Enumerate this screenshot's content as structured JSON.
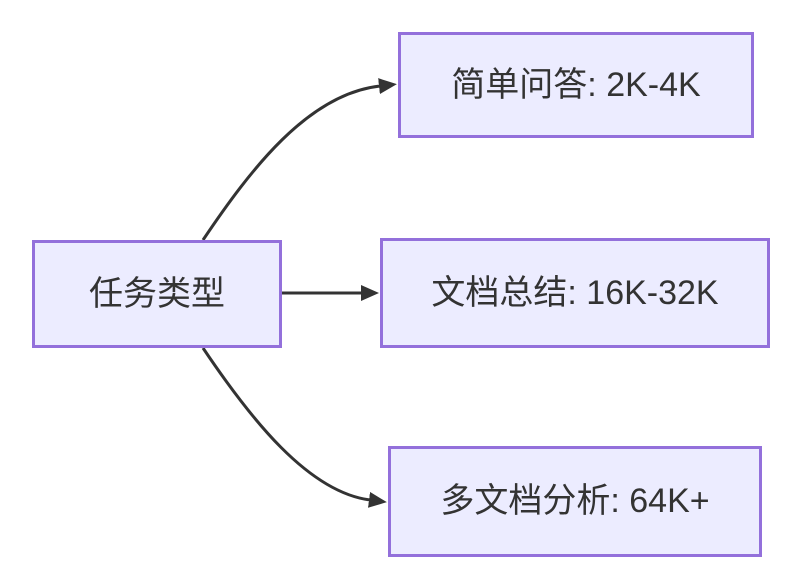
{
  "diagram": {
    "type": "flowchart",
    "direction": "left-to-right",
    "colors": {
      "background": "#FFFFFF",
      "node_fill": "#ECECFF",
      "node_border": "#9370DB",
      "text": "#333333",
      "edge": "#333333"
    },
    "source_node": {
      "label": "任务类型"
    },
    "target_nodes": [
      {
        "label": "简单问答: 2K-4K"
      },
      {
        "label": "文档总结: 16K-32K"
      },
      {
        "label": "多文档分析: 64K+"
      }
    ],
    "edges": [
      {
        "from": "任务类型",
        "to": "简单问答: 2K-4K"
      },
      {
        "from": "任务类型",
        "to": "文档总结: 16K-32K"
      },
      {
        "from": "任务类型",
        "to": "多文档分析: 64K+"
      }
    ]
  }
}
